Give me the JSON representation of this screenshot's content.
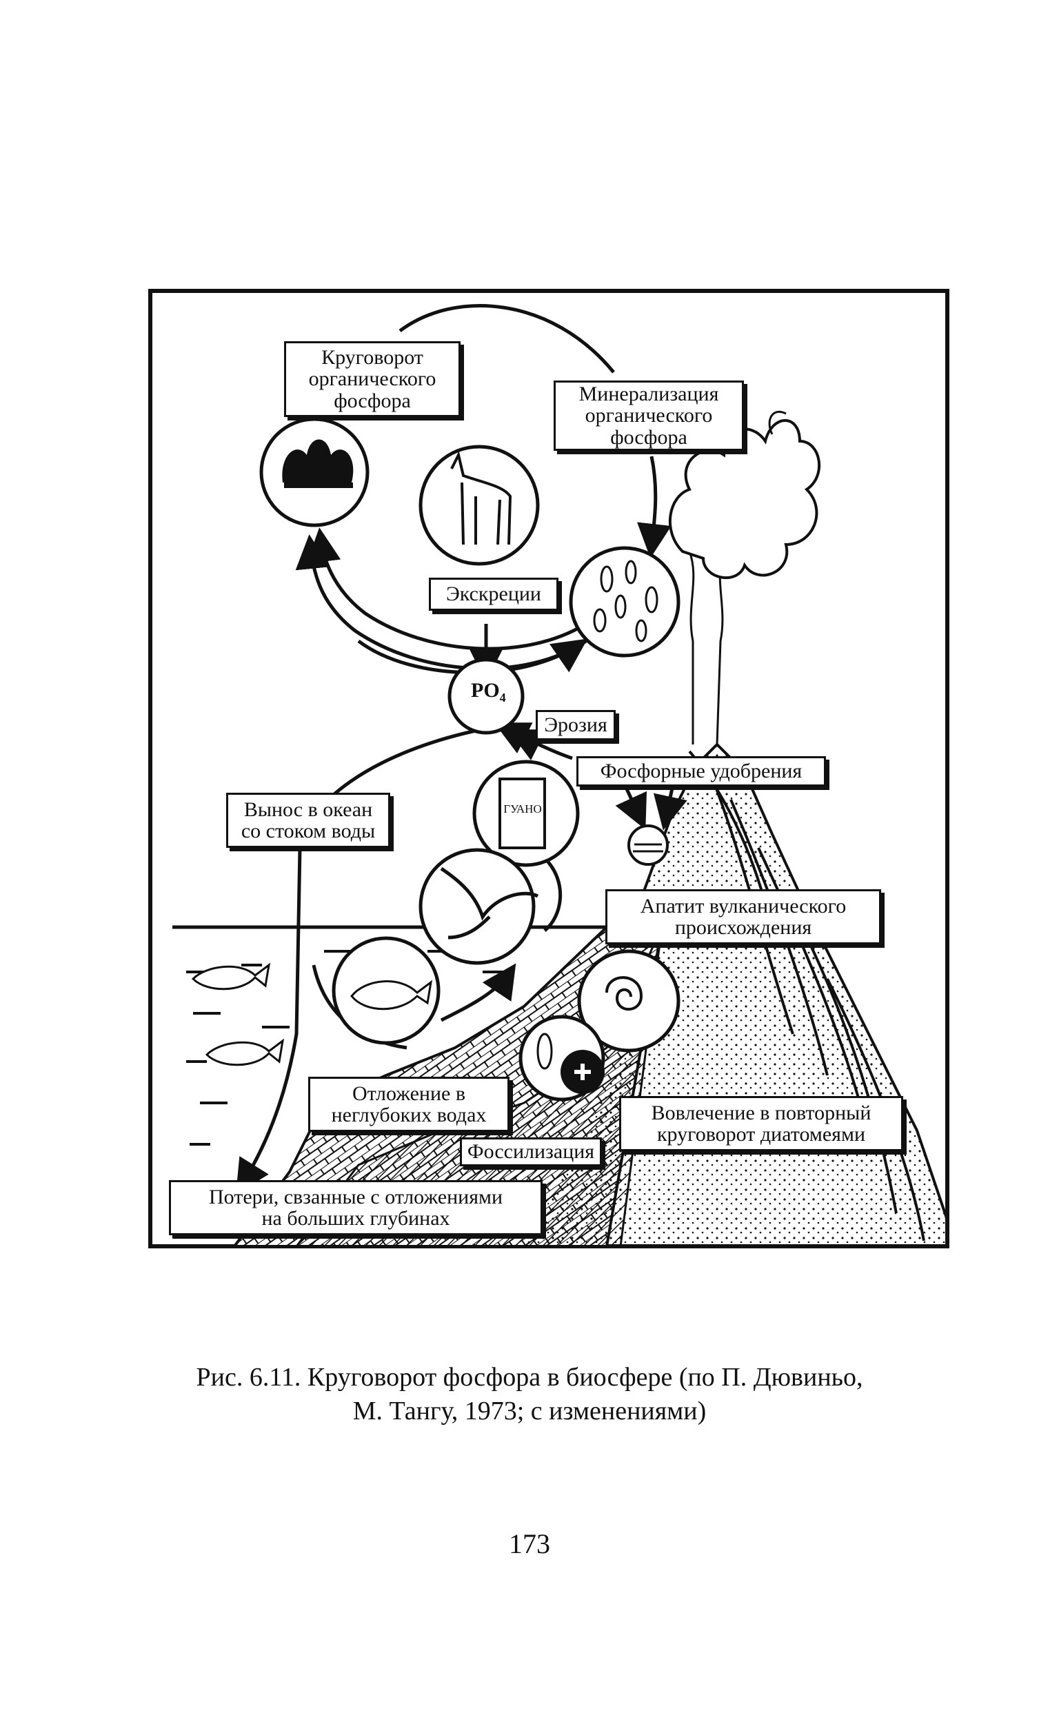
{
  "figure": {
    "labels": {
      "organic_cycle": [
        "Круговорот",
        "органического",
        "фосфора"
      ],
      "mineralization": [
        "Минерализация",
        "органического",
        "фосфора"
      ],
      "excretions": "Экскреции",
      "po4": "PO",
      "po4_sub": "4",
      "erosion": "Эрозия",
      "fertilizers": "Фосфорные удобрения",
      "runoff": [
        "Вынос в океан",
        "со стоком воды"
      ],
      "guano": "ГУАНО",
      "apatite": [
        "Апатит вулканического",
        "происхождения"
      ],
      "shallow_deposit": [
        "Отложение в",
        "неглубоких водах"
      ],
      "fossilization": "Фоссилизация",
      "diatoms": [
        "Вовлечение в повторный",
        "круговорот диатомеями"
      ],
      "deep_losses": [
        "Потери, свзанные с отложениями",
        "на больших глубинах"
      ]
    },
    "icons": [
      "trees-icon",
      "deer-icon",
      "bacteria-icon",
      "guano-bag-icon",
      "seabird-icon",
      "fish-icon",
      "diatoms-icon",
      "fossil-shell-icon",
      "fertilizer-bowl-icon",
      "volcano-icon"
    ]
  },
  "caption": {
    "line1": "Рис. 6.11. Круговорот фосфора в биосфере (по П. Дювиньо,",
    "line2": "М. Тангу, 1973; с изменениями)"
  },
  "page_number": "173"
}
